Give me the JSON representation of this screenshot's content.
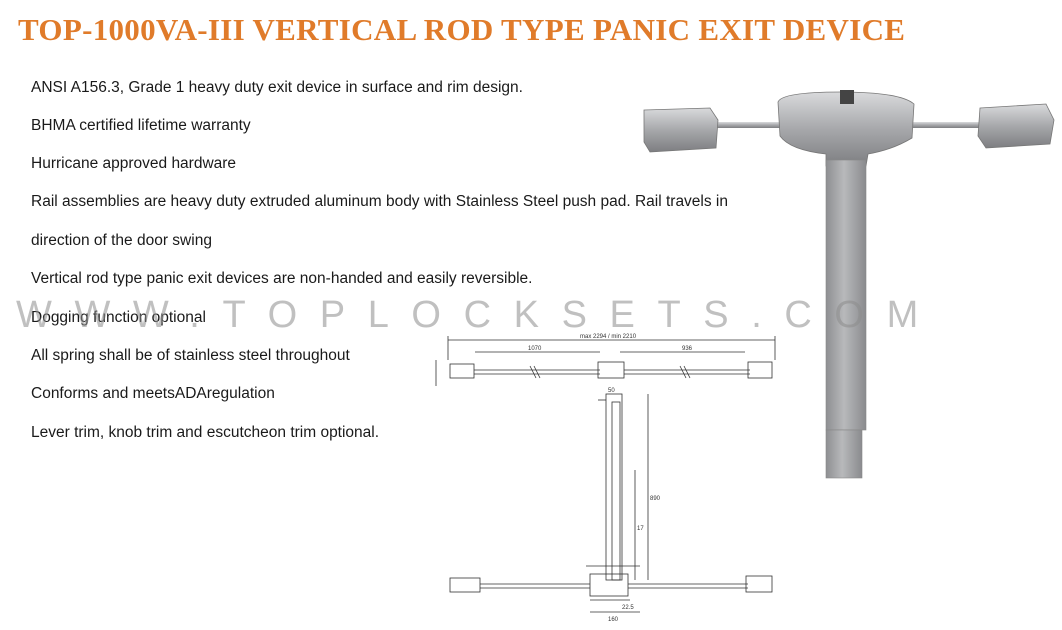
{
  "title": "TOP-1000VA-III VERTICAL ROD TYPE PANIC EXIT DEVICE",
  "features": [
    "ANSI A156.3, Grade 1 heavy duty exit device in surface and rim design.",
    "BHMA certified lifetime warranty",
    "Hurricane approved hardware",
    "Rail assemblies are heavy duty extruded aluminum body with Stainless Steel push pad. Rail travels in",
    "direction of the door swing",
    "Vertical rod type panic exit devices are non-handed and easily reversible.",
    "Dogging function optional",
    "All spring shall be of stainless steel throughout",
    "Conforms and meetsADAregulation",
    "Lever trim, knob trim and escutcheon trim optional."
  ],
  "watermark": "WWW.TOPLOCKSETS.COM",
  "drawing": {
    "top_overall": "max 2294 / min 2210",
    "top_left_dim": "1070",
    "top_right_dim": "936",
    "side_top": "50",
    "side_mid": "890",
    "side_low": "17",
    "bottom_dim1": "22.5",
    "bottom_dim2": "160"
  },
  "colors": {
    "title": "#e07b2a",
    "text": "#1a1a1a",
    "metal": "#a9aaac"
  }
}
